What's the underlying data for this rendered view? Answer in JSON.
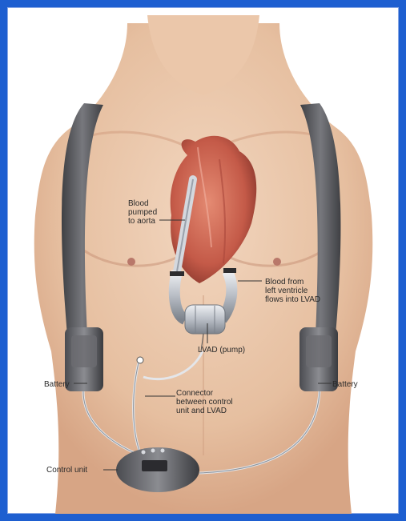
{
  "labels": {
    "blood_pumped": "Blood\npumped\nto aorta",
    "blood_from": "Blood from\nleft ventricle\nflows into LVAD",
    "lvad_pump": "LVAD (pump)",
    "battery_left": "Battery",
    "battery_right": "Battery",
    "connector": "Connector\nbetween control\nunit and LVAD",
    "control_unit": "Control unit"
  },
  "colors": {
    "frame": "#1e5fd0",
    "skin": "#e9c6a9",
    "skin_shadow": "#d9a989",
    "strap": "#5f6064",
    "heart": "#c9614f",
    "metal": "#c9ced6"
  }
}
